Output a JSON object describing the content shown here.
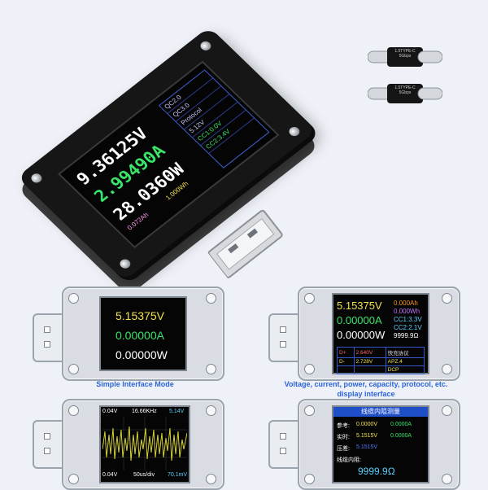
{
  "hero": {
    "lcd_readings": [
      "9.36125V",
      "2.99490A",
      "28.0360W"
    ],
    "lcd_side": [
      "QC2.0",
      "QC3.0",
      "Protocol",
      "5.12V",
      "CC1:0.0V",
      "CC2:3.4V"
    ],
    "lcd_extra": [
      "0.072Ah",
      "1.000Wh"
    ]
  },
  "cable_label": [
    "1.5TYPE-C",
    "5Gbps"
  ],
  "panels": {
    "simple": {
      "voltage": "5.15375V",
      "current": "0.00000A",
      "power": "0.00000W",
      "caption": "Simple Interface Mode"
    },
    "full": {
      "voltage": "5.15375V",
      "current": "0.00000A",
      "power": "0.00000W",
      "capacity_ah": "0.000Ah",
      "energy_wh": "0.000Wh",
      "cc1": "CC1:3.3V",
      "cc2": "CC2:2.1V",
      "resistance": "9999.9Ω",
      "table": {
        "dplus_label": "D+",
        "dplus_value": "2.640V",
        "dminus_label": "D-",
        "dminus_value": "2.728V",
        "proto_header": "快充协议",
        "proto_1": "APZ.4",
        "proto_2": "DCP"
      },
      "caption_line1": "Voltage, current, power, capacity, protocol, etc.",
      "caption_line2": "display interface"
    },
    "wave": {
      "top_left": "0.04V",
      "top_mid": "16.66KHz",
      "top_right": "5.14V",
      "bottom_left": "0.04V",
      "bottom_mid": "50us/div",
      "bottom_right": "70.1mV"
    },
    "cable_test": {
      "title": "线缆内阻测量",
      "ref_label": "参考:",
      "ref_v": "0.0000V",
      "ref_a": "0.0000A",
      "real_label": "实时:",
      "real_v": "5.1515V",
      "real_a": "0.0000A",
      "drop_label": "压差:",
      "drop_v": "5.1515V",
      "res_label": "线缆内阻:",
      "res_value": "9999.9Ω"
    }
  },
  "colors": {
    "accent_blue": "#2c63d8",
    "green": "#39e46a",
    "yellow": "#f2e14d",
    "orange": "#ff9a1f",
    "cyan_wave": "#d7d332",
    "white": "#ffffff"
  }
}
